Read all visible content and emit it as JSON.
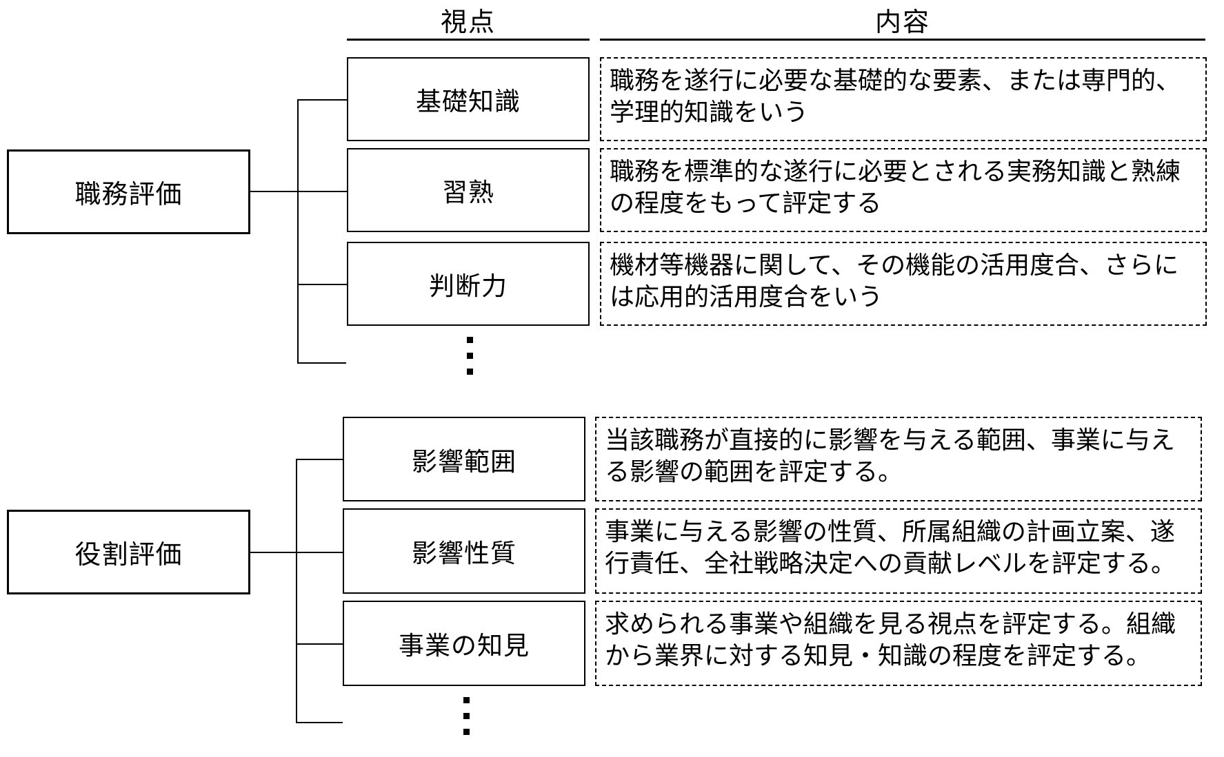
{
  "headers": {
    "viewpoint": "視点",
    "content": "内容"
  },
  "sections": [
    {
      "group": "職務評価",
      "rows": [
        {
          "label": "基礎知識",
          "description": "職務を遂行に必要な基礎的な要素、または専門的、\n学理的知識をいう"
        },
        {
          "label": "習熟",
          "description": "職務を標準的な遂行に必要とされる実務知識と熟練\nの程度をもって評定する"
        },
        {
          "label": "判断力",
          "description": "機材等機器に関して、その機能の活用度合、さらに\nは応用的活用度合をいう"
        }
      ]
    },
    {
      "group": "役割評価",
      "rows": [
        {
          "label": "影響範囲",
          "description": "当該職務が直接的に影響を与える範囲、事業に与え\nる影響の範囲を評定する。"
        },
        {
          "label": "影響性質",
          "description": "事業に与える影響の性質、所属組織の計画立案、遂\n行責任、全社戦略決定への貢献レベルを評定する。"
        },
        {
          "label": "事業の知見",
          "description": "求められる事業や組織を見る視点を評定する。組織\nから業界に対する知見・知識の程度を評定する。"
        }
      ]
    }
  ],
  "icons": {
    "vertical_ellipsis": "⋮"
  },
  "colors": {
    "line": "#000000",
    "text": "#000000",
    "background": "#ffffff"
  }
}
